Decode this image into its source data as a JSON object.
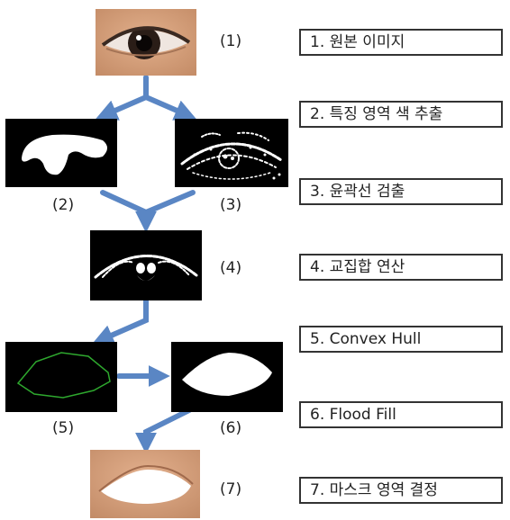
{
  "labels": {
    "l1": "(1)",
    "l2": "(2)",
    "l3": "(3)",
    "l4": "(4)",
    "l5": "(5)",
    "l6": "(6)",
    "l7": "(7)"
  },
  "steps": [
    "1. 원본 이미지",
    "2. 특징 영역 색 추출",
    "3. 윤곽선 검출",
    "4. 교집합 연산",
    "5. Convex Hull",
    "6. Flood Fill",
    "7. 마스크 영역 결정"
  ],
  "colors": {
    "arrow": "#5a86c4",
    "skin": "#d9a57f",
    "hull": "#2ea82e",
    "step_border": "#333333"
  }
}
